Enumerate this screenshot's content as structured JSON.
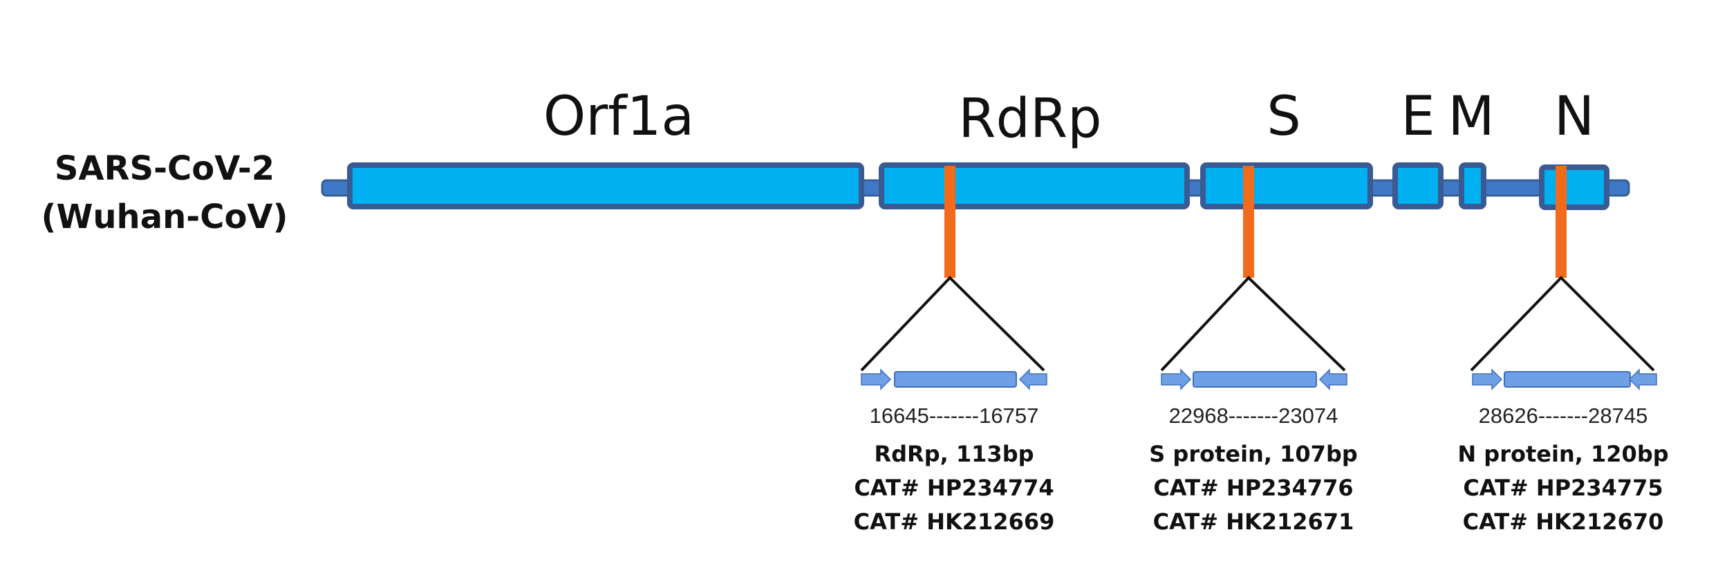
{
  "virus_label": {
    "line1": "SARS-CoV-2",
    "line2": "(Wuhan-CoV)"
  },
  "genes": [
    {
      "id": "orf1a",
      "label": "Orf1a"
    },
    {
      "id": "rdrp",
      "label": "RdRp"
    },
    {
      "id": "s",
      "label": "S"
    },
    {
      "id": "e",
      "label": "E"
    },
    {
      "id": "m",
      "label": "M"
    },
    {
      "id": "n",
      "label": "N"
    }
  ],
  "amplicons": [
    {
      "id": "rdrp",
      "range": "16645-------16757",
      "name": "RdRp, 113bp",
      "cat1": "CAT# HP234774",
      "cat2": "CAT# HK212669"
    },
    {
      "id": "s",
      "range": "22968-------23074",
      "name": "S protein, 107bp",
      "cat1": "CAT# HP234776",
      "cat2": "CAT# HK212671"
    },
    {
      "id": "n",
      "range": "28626-------28745",
      "name": "N protein, 120bp",
      "cat1": "CAT# HP234775",
      "cat2": "CAT# HK212670"
    }
  ],
  "colors": {
    "gene_fill": "#00b0f0",
    "gene_border": "#3a5a93",
    "backbone": "#3f78c6",
    "probe": "#f26b1d",
    "amplicon": "#6fa0e6"
  }
}
